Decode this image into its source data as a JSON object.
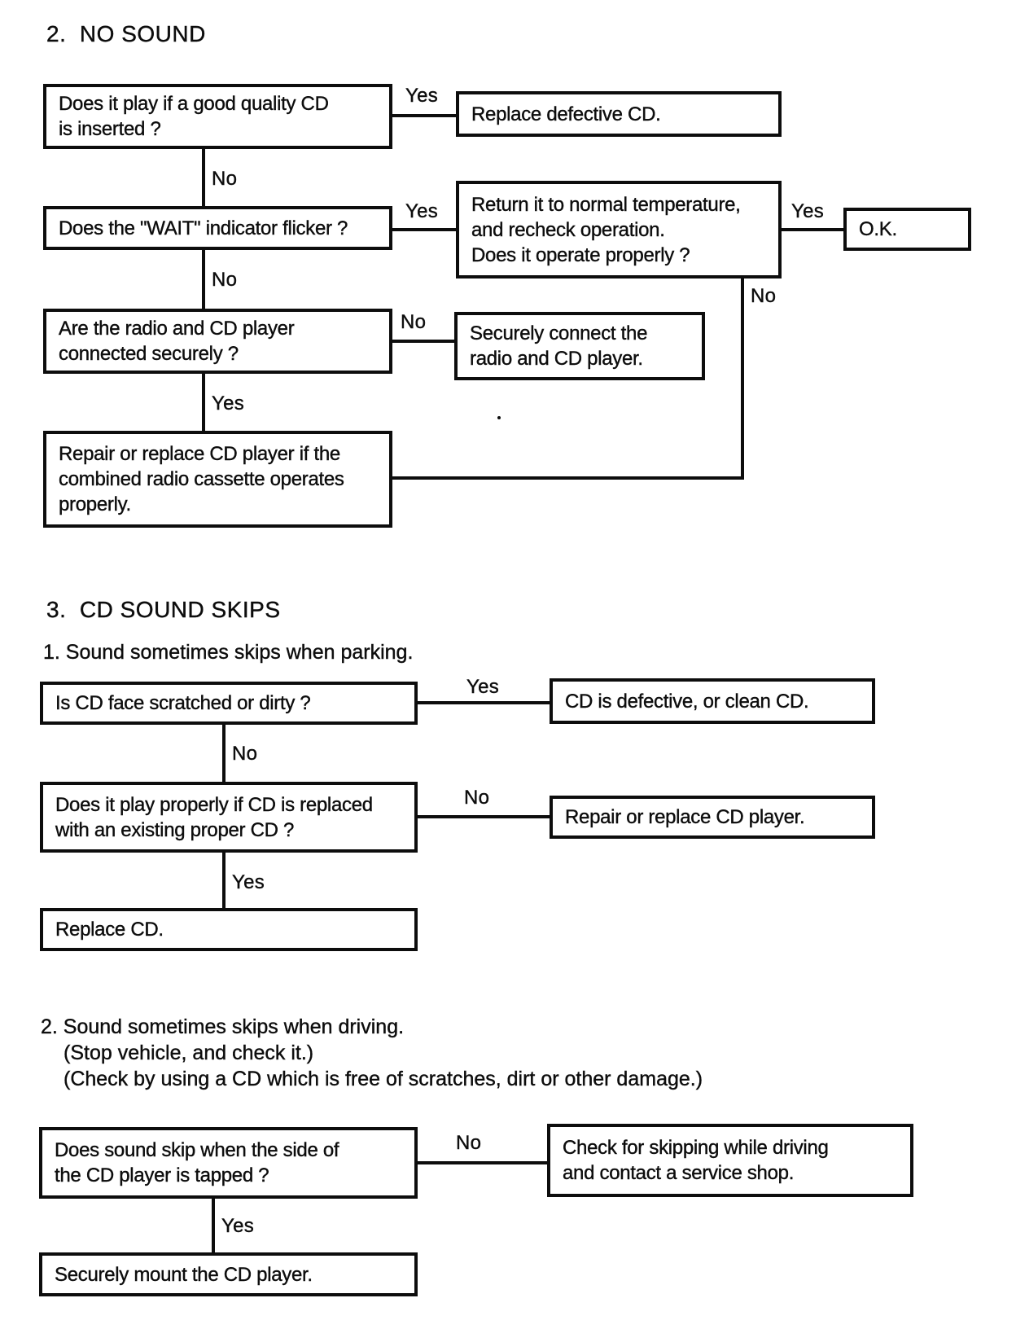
{
  "labels": {
    "yes": "Yes",
    "no": "No"
  },
  "headings": {
    "no_sound": "2.  NO SOUND",
    "cd_sound_skips": "3.  CD SOUND SKIPS"
  },
  "subheadings": {
    "parking": "1. Sound sometimes skips when parking.",
    "driving_line1": "2. Sound sometimes skips when driving.",
    "driving_line2": "(Stop vehicle, and check it.)",
    "driving_line3": "(Check by using a CD which is free of scratches, dirt or other damage.)"
  },
  "boxes": {
    "play_good_cd": {
      "l1": "Does it play if a good quality CD",
      "l2": "is inserted ?"
    },
    "replace_defective_cd": {
      "l1": "Replace defective CD."
    },
    "wait_flicker": {
      "l1": "Does the \"WAIT\" indicator flicker ?"
    },
    "return_temp": {
      "l1": "Return it to normal temperature,",
      "l2": "and recheck operation.",
      "l3": "Does it operate properly ?"
    },
    "ok": {
      "l1": "O.K."
    },
    "connected_securely": {
      "l1": "Are the radio and CD player",
      "l2": "connected securely ?"
    },
    "securely_connect": {
      "l1": "Securely connect the",
      "l2": "radio and CD player."
    },
    "repair_if_cassette_ok": {
      "l1": "Repair or replace CD player if the",
      "l2": "combined radio cassette operates",
      "l3": "properly."
    },
    "cd_scratched": {
      "l1": "Is CD face scratched or dirty ?"
    },
    "cd_defective_clean": {
      "l1": "CD is defective, or clean CD."
    },
    "play_replaced_cd": {
      "l1": "Does it play properly if CD is replaced",
      "l2": "with an existing proper CD ?"
    },
    "repair_replace_player": {
      "l1": "Repair or replace CD player."
    },
    "replace_cd": {
      "l1": "Replace CD."
    },
    "skip_when_tapped": {
      "l1": "Does sound skip when the side of",
      "l2": "the CD player is tapped ?"
    },
    "check_while_driving": {
      "l1": "Check for skipping while driving",
      "l2": "and contact a service shop."
    },
    "securely_mount": {
      "l1": "Securely mount the CD player."
    }
  }
}
